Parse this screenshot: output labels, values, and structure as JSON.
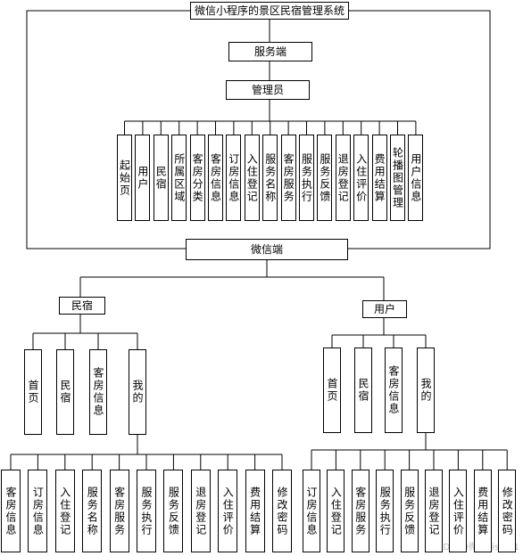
{
  "title": "微信小程序的景区民宿管理系统",
  "server": {
    "label": "服务端",
    "admin": {
      "label": "管理员",
      "modules": [
        "起始页",
        "用户",
        "民宿",
        "所属区域",
        "客房分类",
        "客房信息",
        "订房信息",
        "入住登记",
        "服务名称",
        "客房服务",
        "服务执行",
        "服务反馈",
        "退房登记",
        "入住评价",
        "费用结算",
        "轮播图管理",
        "用户信息"
      ]
    }
  },
  "wechat": {
    "label": "微信端",
    "homestay": {
      "label": "民宿",
      "tabs": [
        "首页",
        "民宿",
        "客房信息",
        "我的"
      ],
      "mine": [
        "客房信息",
        "订房信息",
        "入住登记",
        "服务名称",
        "客房服务",
        "服务执行",
        "服务反馈",
        "退房登记",
        "入住评价",
        "费用结算",
        "修改密码"
      ]
    },
    "user": {
      "label": "用户",
      "tabs": [
        "首页",
        "民宿",
        "客房信息",
        "我的"
      ],
      "mine": [
        "订房信息",
        "入住登记",
        "客房服务",
        "服务执行",
        "服务反馈",
        "退房登记",
        "入住评价",
        "费用结算",
        "修改密码"
      ]
    }
  },
  "watermark": "CSDN @微信biste91"
}
